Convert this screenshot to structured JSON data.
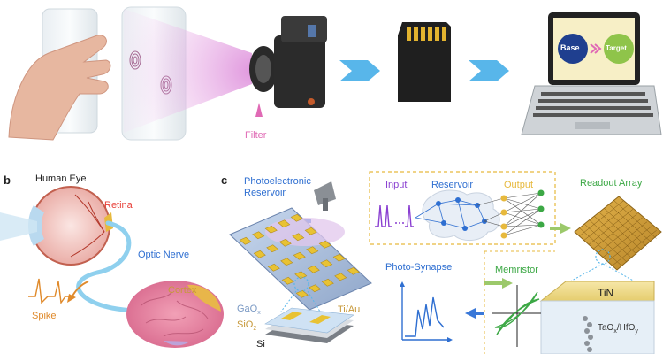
{
  "top": {
    "filter_label": "Filter",
    "base_label": "Base",
    "target_label": "Target"
  },
  "panel_b": {
    "letter": "b",
    "human_eye": "Human Eye",
    "retina": "Retina",
    "optic_nerve": "Optic Nerve",
    "cortex": "Cortex",
    "spike": "Spike"
  },
  "panel_c": {
    "letter": "c",
    "reservoir_title_line1": "Photoelectronic",
    "reservoir_title_line2": "Reservoir",
    "input": "Input",
    "reservoir": "Reservoir",
    "output": "Output",
    "readout_array": "Readout Array",
    "photo_synapse": "Photo-Synapse",
    "memristor": "Memristor",
    "gaox": "GaO",
    "gaox_sub": "x",
    "sio2": "SiO",
    "sio2_sub": "2",
    "si": "Si",
    "tiau": "Ti/Au",
    "tin": "TiN",
    "taox_hfox": "TaO",
    "taox_sub": "x",
    "hfox": "/HfO",
    "hfox_sub": "y"
  },
  "colors": {
    "blue": "#2f6fd1",
    "arrow_blue": "#58b6ea",
    "green": "#3ca845",
    "purple": "#8a3fd1",
    "pink": "#e06ab5",
    "gold": "#d9a521",
    "dashed_box": "#e7b93d"
  }
}
